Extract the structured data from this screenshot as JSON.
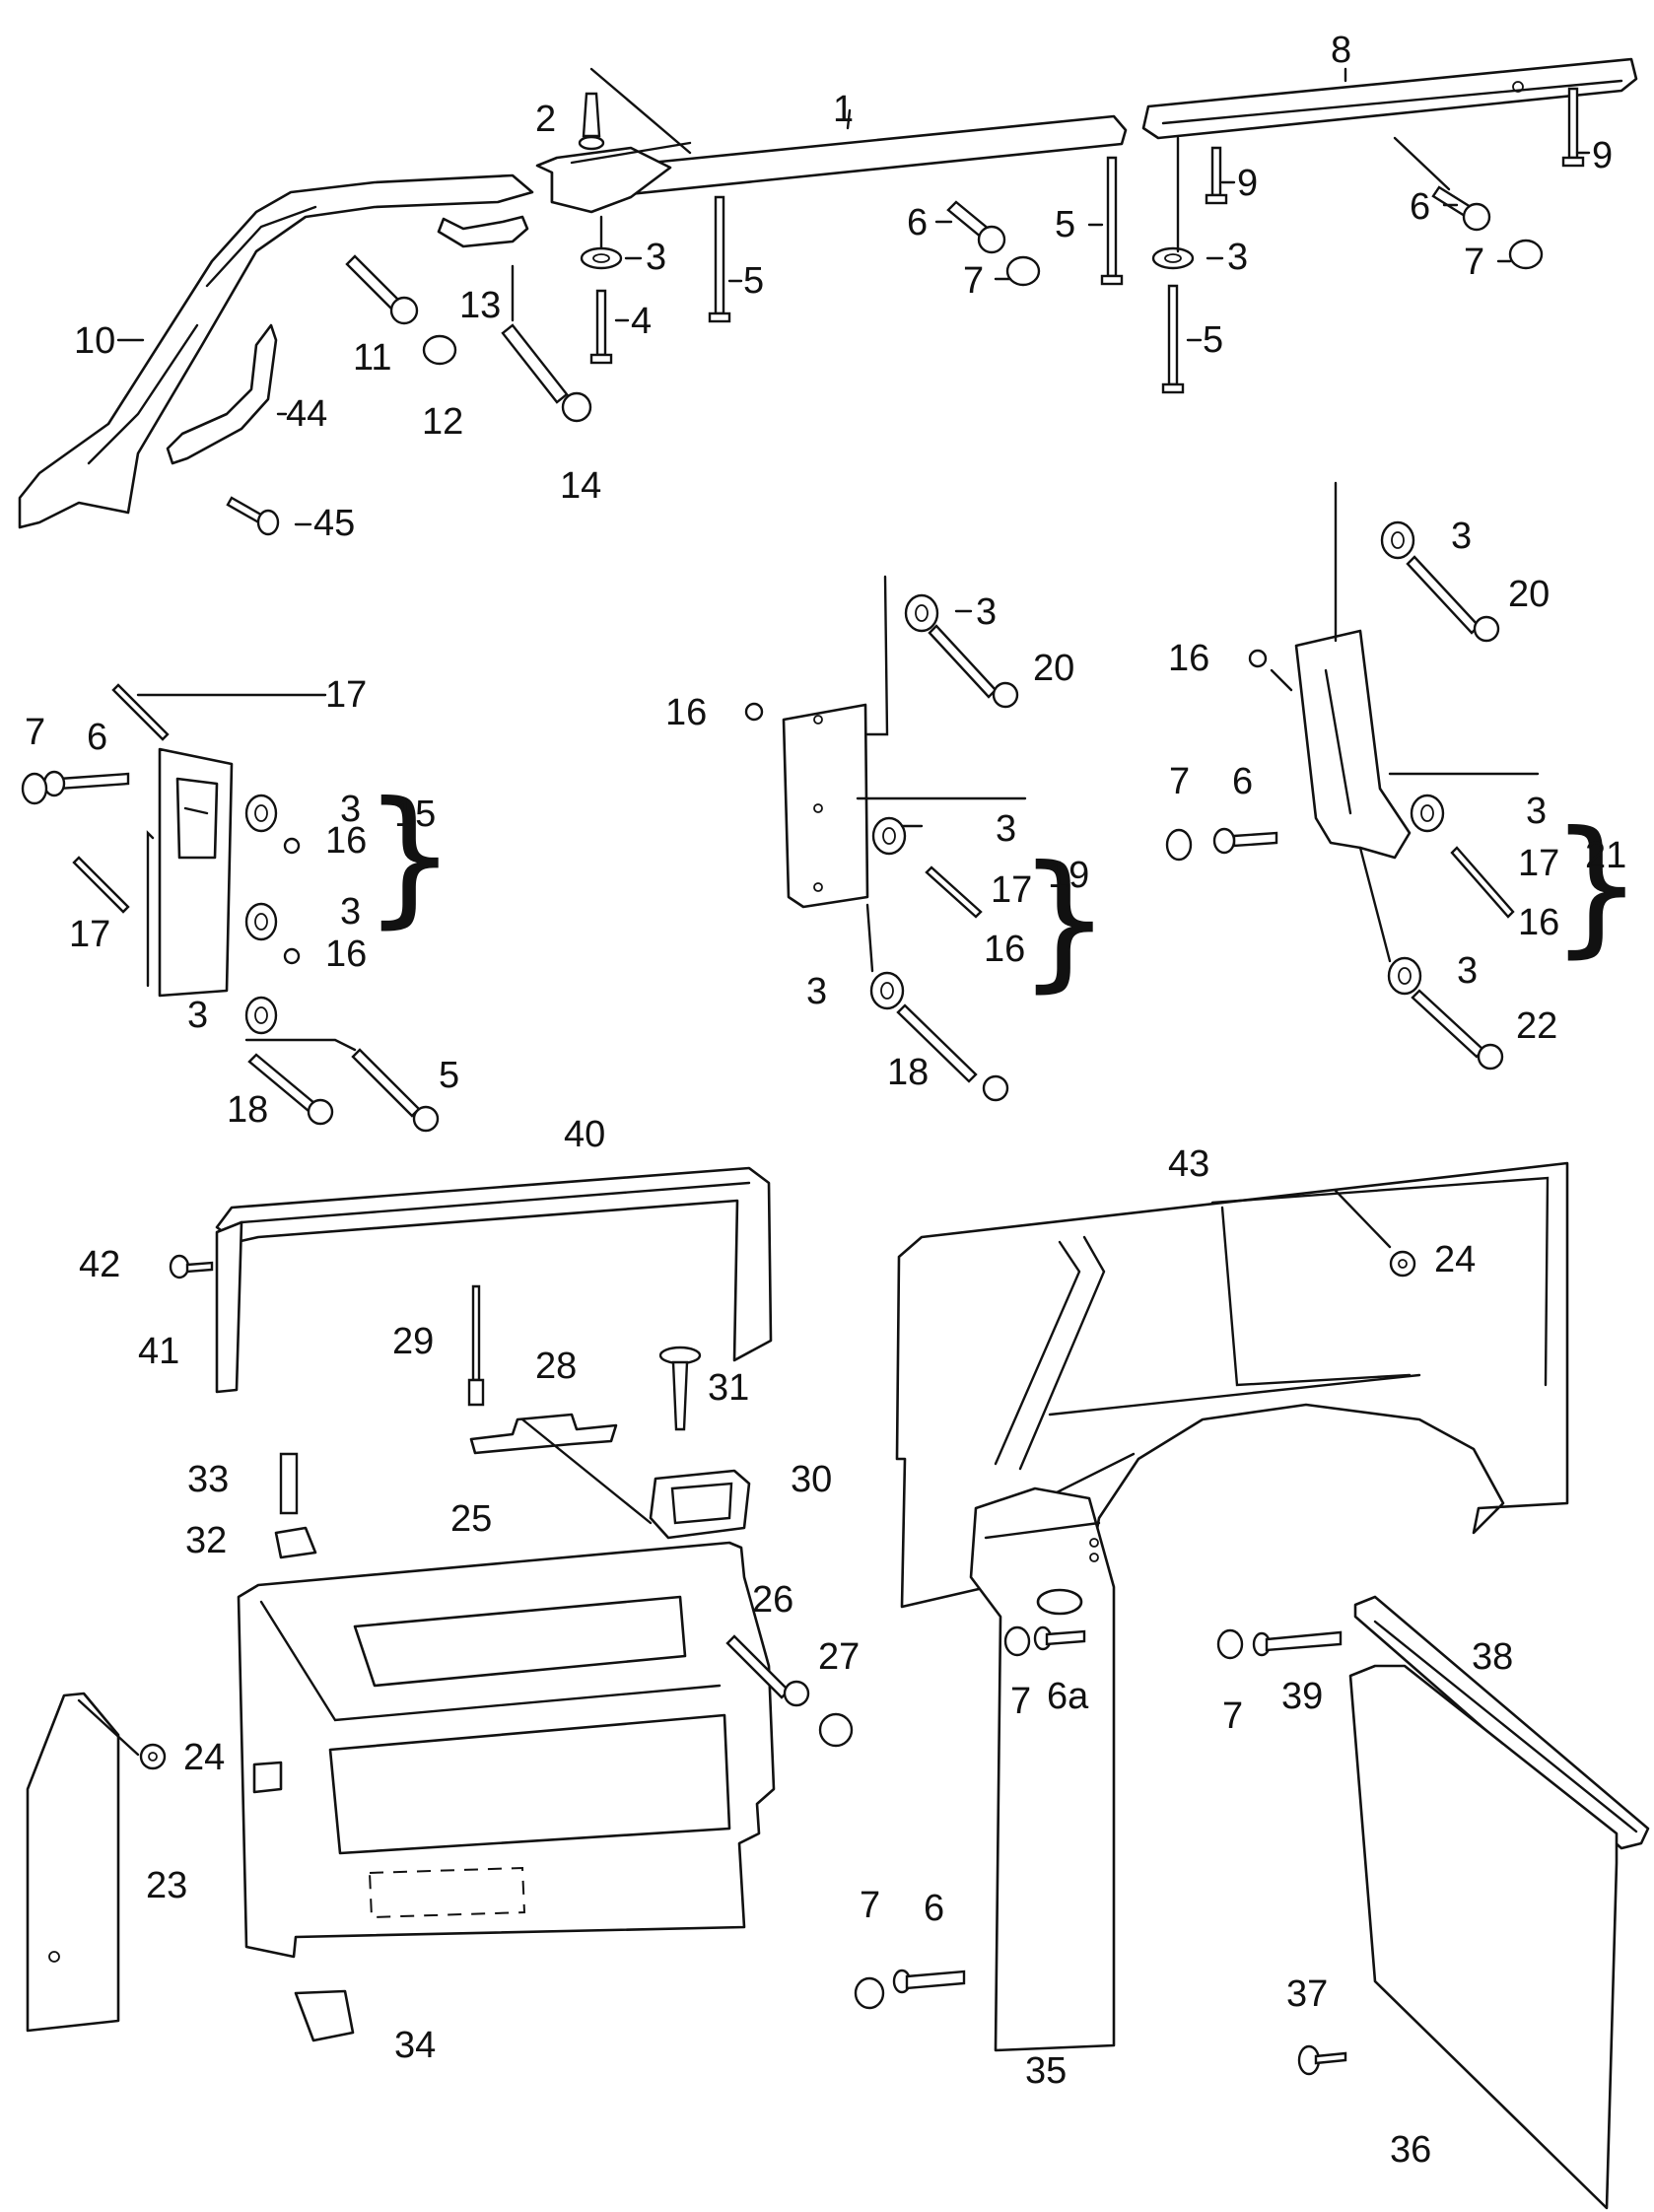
{
  "diagram": {
    "labels": [
      "1",
      "2",
      "3",
      "4",
      "5",
      "6",
      "6a",
      "7",
      "8",
      "9",
      "10",
      "11",
      "12",
      "13",
      "14",
      "15",
      "16",
      "17",
      "18",
      "19",
      "20",
      "21",
      "22",
      "23",
      "24",
      "25",
      "26",
      "27",
      "28",
      "29",
      "30",
      "31",
      "32",
      "33",
      "34",
      "35",
      "36",
      "37",
      "38",
      "39",
      "40",
      "41",
      "42",
      "43",
      "44",
      "45"
    ]
  },
  "colors": {
    "ink": "#111111",
    "paper": "#ffffff"
  }
}
